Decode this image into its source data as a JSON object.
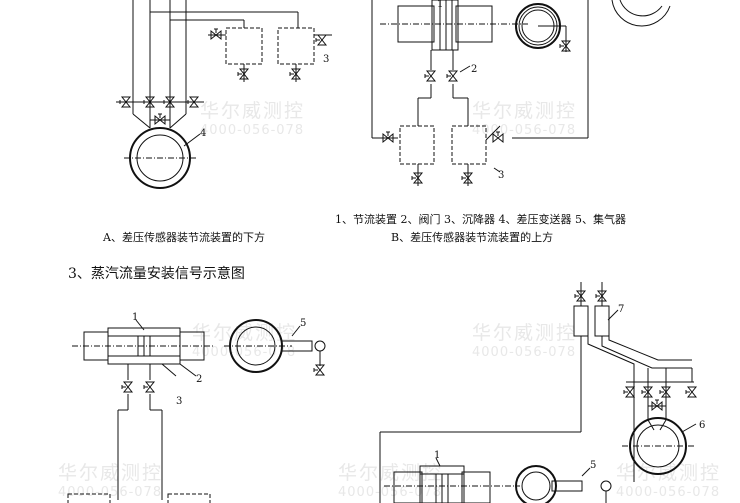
{
  "captions": {
    "caption_a": "A、差压传感器装节流装置的下方",
    "legend": "1、节流装置 2、阀门 3、沉降器 4、差压变送器 5、集气器",
    "caption_b": "B、差压传感器装节流装置的上方",
    "section_3_title": "3、蒸汽流量安装信号示意图"
  },
  "labels": {
    "a_3": "3",
    "a_4": "4",
    "b_1": "1",
    "b_2": "2",
    "b_3": "3",
    "c_1": "1",
    "c_2": "2",
    "c_3": "3",
    "c_5": "5",
    "d_1": "1",
    "d_5": "5",
    "d_6": "6",
    "d_7": "7"
  },
  "watermark": {
    "brand": "华尔威测控",
    "phone": "4000-056-078"
  },
  "colors": {
    "line": "#111111",
    "watermark": "#e8e8e8"
  }
}
